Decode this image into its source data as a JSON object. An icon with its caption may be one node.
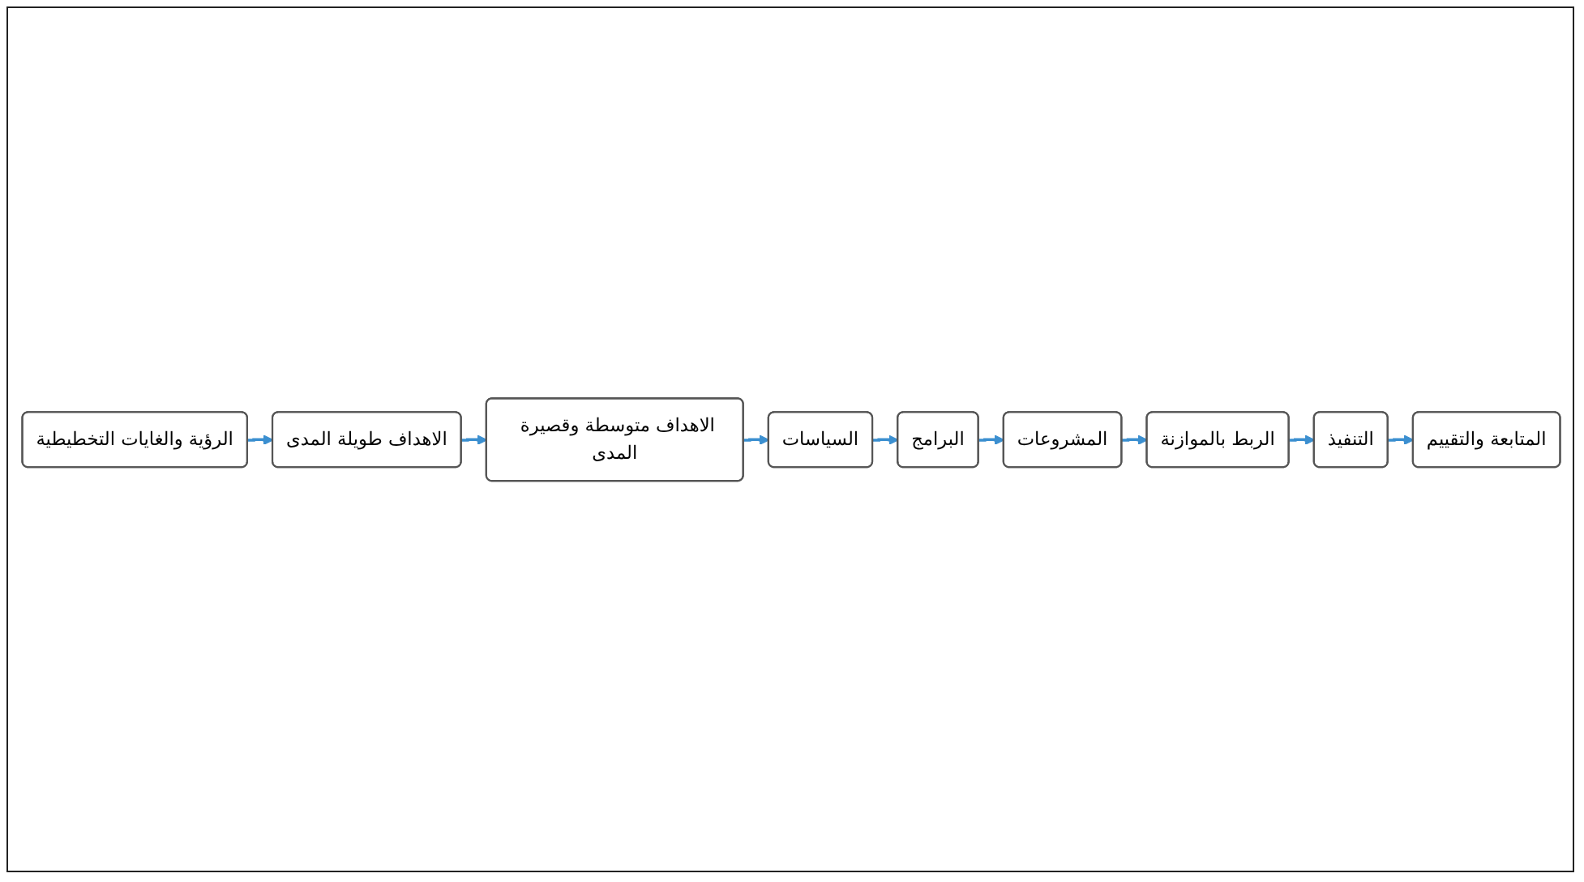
{
  "diagram": {
    "nodes": [
      {
        "text": [
          "الرؤية والغايات التخطيطية"
        ]
      },
      {
        "text": [
          "الاهداف طويلة المدى"
        ]
      },
      {
        "text": [
          "الاهداف متوسطة وقصيرة المدى"
        ]
      },
      {
        "text": [
          "السياسات"
        ]
      },
      {
        "text": [
          "البرامج"
        ]
      },
      {
        "text": [
          "المشروعات"
        ]
      },
      {
        "text": [
          "الربط بالموازنة"
        ]
      },
      {
        "text": [
          "التنفيذ"
        ]
      },
      {
        "text": [
          "المتابعة والتقييم"
        ]
      }
    ],
    "edges": [
      {
        "from": 0,
        "to": 1,
        "arrow": "to"
      },
      {
        "from": 1,
        "to": 2,
        "arrow": "to"
      },
      {
        "from": 2,
        "to": 3,
        "arrow": "to"
      },
      {
        "from": 3,
        "to": 4,
        "arrow": "to"
      },
      {
        "from": 4,
        "to": 5,
        "arrow": "to"
      },
      {
        "from": 5,
        "to": 6,
        "arrow": "to"
      },
      {
        "from": 6,
        "to": 7,
        "arrow": "to"
      },
      {
        "from": 7,
        "to": 8,
        "arrow": "to"
      }
    ]
  }
}
